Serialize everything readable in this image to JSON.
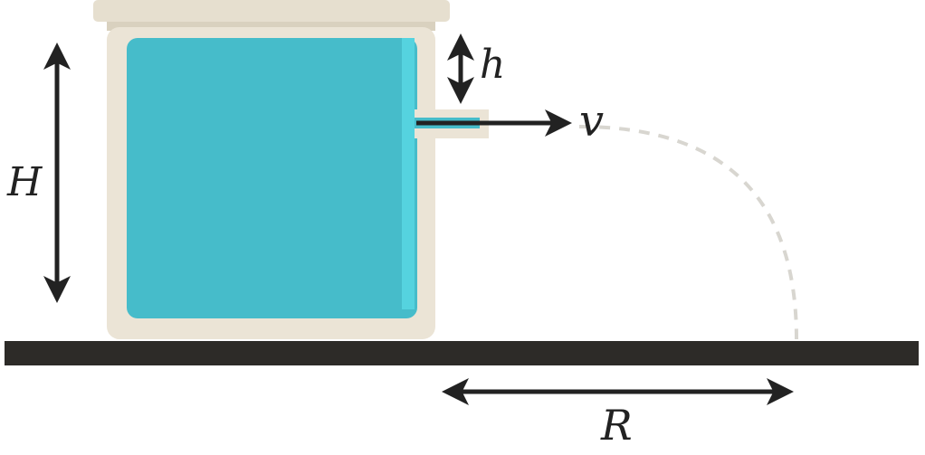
{
  "labels": {
    "tank_height": "H",
    "hole_depth": "h",
    "exit_velocity": "v",
    "range": "R"
  },
  "colors": {
    "water": "#46bcca",
    "water_highlight": "#55d3df",
    "tank_wall": "#ebe4d6",
    "tank_lid": "#e6dfcf",
    "ground": "#2d2b28",
    "arrows": "#222222",
    "trajectory": "#d8d6d0"
  }
}
